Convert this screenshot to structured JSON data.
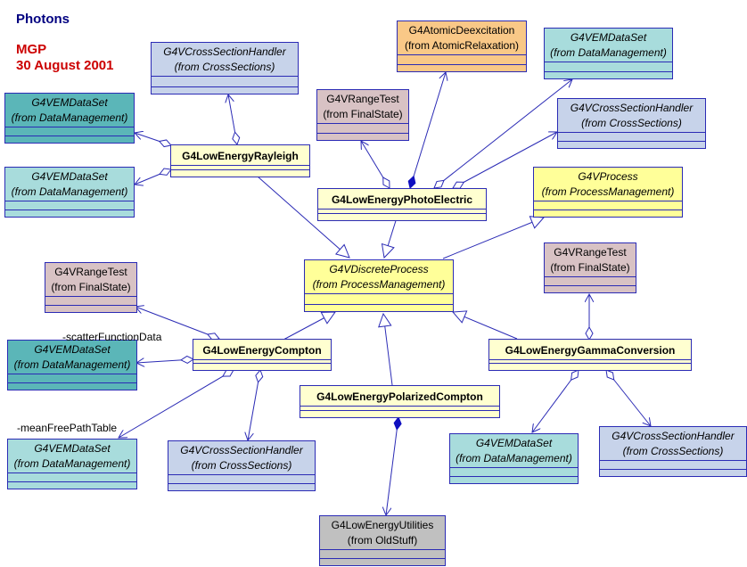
{
  "header": {
    "title": "Photons",
    "author": "MGP",
    "date": "30 August 2001"
  },
  "colors": {
    "line": "#2b2bb5",
    "title": "#000080",
    "author": "#cc0000",
    "light_yellow": "#ffffd0",
    "yellow": "#ffff99",
    "light_blue": "#c7d3ea",
    "teal": "#5bb6b8",
    "light_teal": "#a8dcdc",
    "mauve": "#d8c2c4",
    "orange": "#f9c887",
    "gray": "#c0c0c0"
  },
  "classes": {
    "cross_section_handler_top": {
      "name": "G4VCrossSectionHandler",
      "from": "(from CrossSections)"
    },
    "atomic_deexcitation": {
      "name": "G4AtomicDeexcitation",
      "from": "(from AtomicRelaxation)"
    },
    "emdataset_top_right": {
      "name": "G4VEMDataSet",
      "from": "(from DataManagement)"
    },
    "emdataset_left_1": {
      "name": "G4VEMDataSet",
      "from": "(from DataManagement)"
    },
    "range_test_top": {
      "name": "G4VRangeTest",
      "from": "(from FinalState)"
    },
    "cross_section_handler_right": {
      "name": "G4VCrossSectionHandler",
      "from": "(from CrossSections)"
    },
    "rayleigh": {
      "name": "G4LowEnergyRayleigh"
    },
    "emdataset_left_2": {
      "name": "G4VEMDataSet",
      "from": "(from DataManagement)"
    },
    "photoelectric": {
      "name": "G4LowEnergyPhotoElectric"
    },
    "vprocess": {
      "name": "G4VProcess",
      "from": "(from ProcessManagement)"
    },
    "range_test_left": {
      "name": "G4VRangeTest",
      "from": "(from FinalState)"
    },
    "discrete_process": {
      "name": "G4VDiscreteProcess",
      "from": "(from ProcessManagement)"
    },
    "range_test_right": {
      "name": "G4VRangeTest",
      "from": "(from FinalState)"
    },
    "emdataset_left_3": {
      "name": "G4VEMDataSet",
      "from": "(from DataManagement)"
    },
    "compton": {
      "name": "G4LowEnergyCompton"
    },
    "gamma_conversion": {
      "name": "G4LowEnergyGammaConversion"
    },
    "polarized_compton": {
      "name": "G4LowEnergyPolarizedCompton"
    },
    "emdataset_left_4": {
      "name": "G4VEMDataSet",
      "from": "(from DataManagement)"
    },
    "cross_section_handler_bottom": {
      "name": "G4VCrossSectionHandler",
      "from": "(from CrossSections)"
    },
    "emdataset_bottom_right": {
      "name": "G4VEMDataSet",
      "from": "(from DataManagement)"
    },
    "cross_section_handler_bottom_right": {
      "name": "G4VCrossSectionHandler",
      "from": "(from CrossSections)"
    },
    "utilities": {
      "name": "G4LowEnergyUtilities",
      "from": "(from OldStuff)"
    }
  },
  "roles": {
    "scatter": "-scatterFunctionData",
    "mean_free_path": "-meanFreePathTable"
  }
}
